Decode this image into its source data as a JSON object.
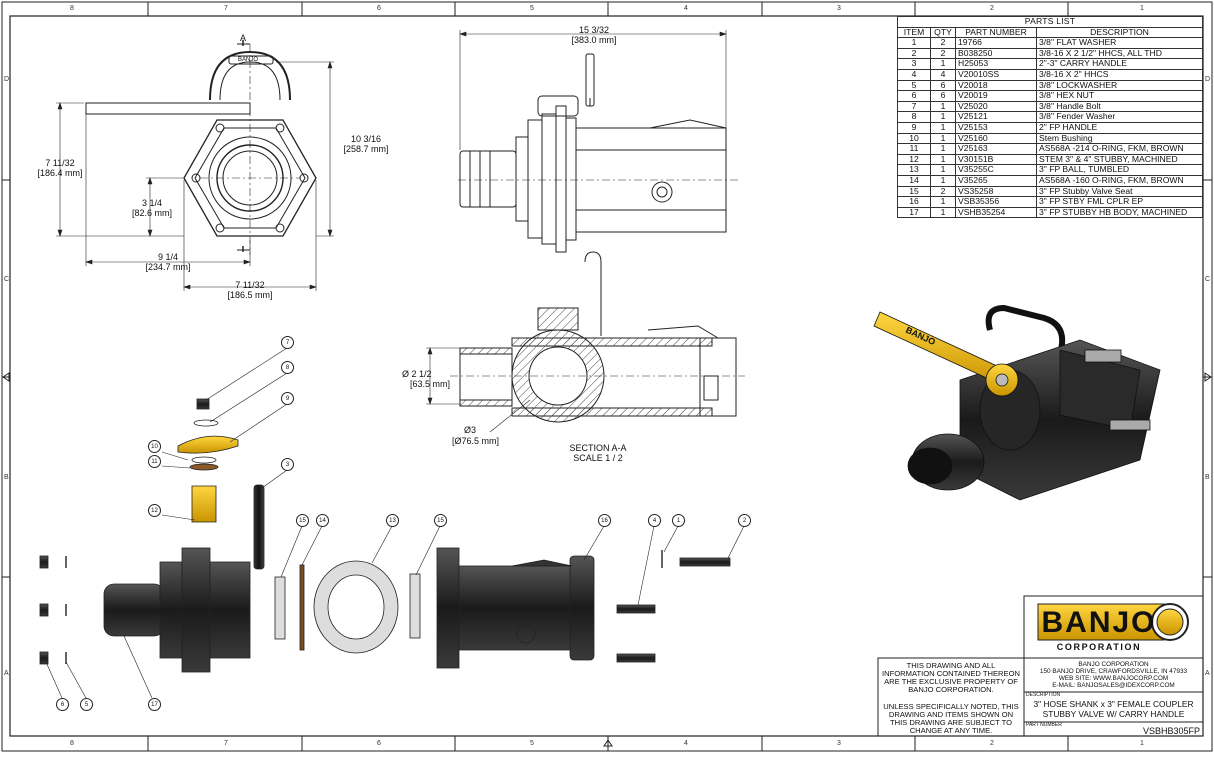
{
  "border": {
    "top_zones": [
      "8",
      "7",
      "6",
      "5",
      "4",
      "3",
      "2",
      "1"
    ],
    "side_zones": [
      "D",
      "C",
      "B",
      "A"
    ]
  },
  "dimensions": {
    "handle_height": "7 11/32",
    "handle_height_mm": "[186.4 mm]",
    "body_height": "10 3/16",
    "body_height_mm": "[258.7 mm]",
    "center_height": "3 1/4",
    "center_height_mm": "[82.6 mm]",
    "width_overall": "9 1/4",
    "width_overall_mm": "[234.7 mm]",
    "width_body": "7 11/32",
    "width_body_mm": "[186.5 mm]",
    "length_overall": "15 3/32",
    "length_overall_mm": "[383.0 mm]",
    "port_dia": "Ø  2 1/2",
    "port_dia_mm": "[63.5 mm]",
    "ball_dia": "Ø3",
    "ball_dia_mm": "[Ø76.5 mm]",
    "section_marker": "A"
  },
  "section": {
    "title": "SECTION A-A",
    "scale": "SCALE 1 / 2"
  },
  "handle_text": "BANJO",
  "balloons": [
    "7",
    "8",
    "9",
    "10",
    "11",
    "12",
    "3",
    "15",
    "14",
    "13",
    "15",
    "16",
    "4",
    "1",
    "2",
    "6",
    "5",
    "17"
  ],
  "parts_list": {
    "title": "PARTS LIST",
    "headers": [
      "ITEM",
      "QTY",
      "PART NUMBER",
      "DESCRIPTION"
    ],
    "rows": [
      [
        "1",
        "2",
        "19766",
        "3/8\" FLAT WASHER"
      ],
      [
        "2",
        "2",
        "B038250",
        "3/8-16 X 2 1/2\" HHCS, ALL THD"
      ],
      [
        "3",
        "1",
        "H25053",
        "2\"-3\" CARRY HANDLE"
      ],
      [
        "4",
        "4",
        "V20010SS",
        "3/8-16 X 2\" HHCS"
      ],
      [
        "5",
        "6",
        "V20018",
        "3/8\" LOCKWASHER"
      ],
      [
        "6",
        "6",
        "V20019",
        "3/8\" HEX NUT"
      ],
      [
        "7",
        "1",
        "V25020",
        "3/8\" Handle Bolt"
      ],
      [
        "8",
        "1",
        "V25121",
        "3/8\" Fender Washer"
      ],
      [
        "9",
        "1",
        "V25153",
        "2\" FP HANDLE"
      ],
      [
        "10",
        "1",
        "V25160",
        "Stem Bushing"
      ],
      [
        "11",
        "1",
        "V25163",
        "AS568A -214 O-RING, FKM, BROWN"
      ],
      [
        "12",
        "1",
        "V30151B",
        "STEM 3\" & 4\" STUBBY, MACHINED"
      ],
      [
        "13",
        "1",
        "V35255C",
        "3\" FP BALL, TUMBLED"
      ],
      [
        "14",
        "1",
        "V35265",
        "AS568A -160 O-RING, FKM, BROWN"
      ],
      [
        "15",
        "2",
        "VS35258",
        "3\" FP Stubby Valve Seat"
      ],
      [
        "16",
        "1",
        "VSB35356",
        "3\" FP STBY FML CPLR EP"
      ],
      [
        "17",
        "1",
        "VSHB35254",
        "3\" FP STUBBY HB BODY, MACHINED"
      ]
    ]
  },
  "title_block": {
    "logo": "BANJO",
    "logo_sub": "CORPORATION",
    "notice": [
      "THIS DRAWING AND ALL",
      "INFORMATION CONTAINED THEREON",
      "ARE THE EXCLUSIVE PROPERTY OF",
      "BANJO CORPORATION."
    ],
    "notice2": [
      "UNLESS SPECIFICALLY NOTED, THIS",
      "DRAWING AND ITEMS SHOWN ON",
      "THIS DRAWING ARE SUBJECT TO",
      "CHANGE AT ANY TIME."
    ],
    "address": [
      "BANJO CORPORATION",
      "150 BANJO DRIVE, CRAWFORDSVILLE, IN 47933",
      "WEB SITE: WWW.BANJOCORP.COM",
      "E-MAIL: BANJOSALES@IDEXCORP.COM"
    ],
    "description_label": "DESCRIPTION",
    "description": [
      "3\" HOSE SHANK x 3\" FEMALE COUPLER",
      "STUBBY VALVE W/ CARRY HANDLE"
    ],
    "part_number_label": "PART NUMBER",
    "part_number": "VSBHB305FP"
  },
  "colors": {
    "handle_yellow": "#e8b400",
    "body_black": "#1a1a1a",
    "line": "#222222"
  }
}
